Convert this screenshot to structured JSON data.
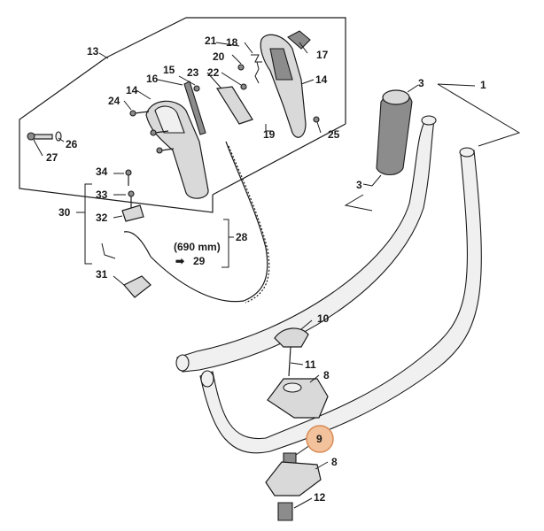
{
  "labels": {
    "p1": "1",
    "p3a": "3",
    "p3b": "3",
    "p8a": "8",
    "p8b": "8",
    "p9": "9",
    "p10": "10",
    "p11": "11",
    "p12": "12",
    "p13": "13",
    "p14a": "14",
    "p14b": "14",
    "p15": "15",
    "p16": "16",
    "p17": "17",
    "p18": "18",
    "p19": "19",
    "p20": "20",
    "p21": "21",
    "p22": "22",
    "p23": "23",
    "p24": "24",
    "p25": "25",
    "p26": "26",
    "p27": "27",
    "p28": "28",
    "p29": "29",
    "p30": "30",
    "p31": "31",
    "p32": "32",
    "p33": "33",
    "p34": "34"
  },
  "cable_note": "(690 mm)",
  "arrow_glyph": "➡",
  "highlight": {
    "part": "9",
    "color": "#f2c29c"
  }
}
